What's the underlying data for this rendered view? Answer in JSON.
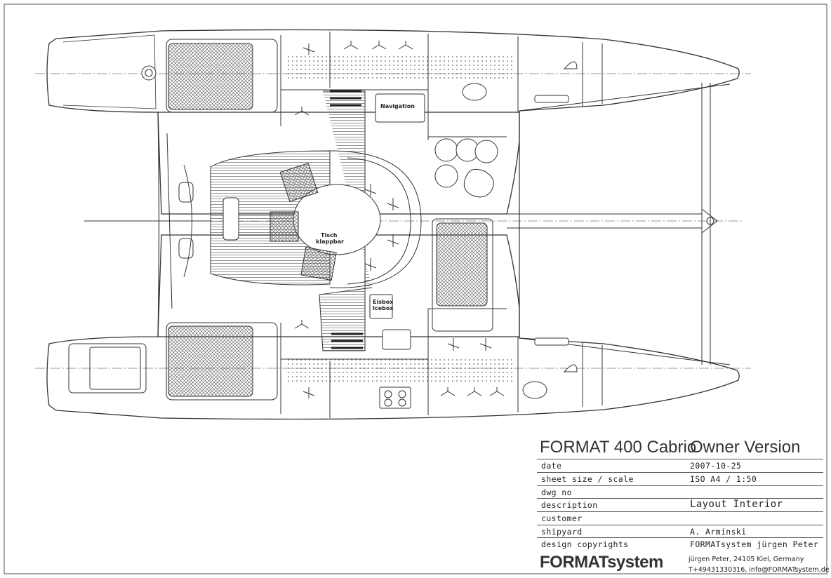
{
  "drawing": {
    "labels": {
      "navigation": "Navigation",
      "table_1": "Tisch",
      "table_2": "klappbar",
      "icebox_1": "Eisbox",
      "icebox_2": "Icebox"
    }
  },
  "title_block": {
    "title_model": "FORMAT 400 Cabrio",
    "title_version": "Owner Version",
    "rows": [
      {
        "label": "date",
        "value": "2007-10-25"
      },
      {
        "label": "sheet size / scale",
        "value": "ISO A4  /  1:50"
      },
      {
        "label": "dwg no",
        "value": ""
      },
      {
        "label": "description",
        "value": "Layout  Interior"
      },
      {
        "label": "customer",
        "value": ""
      },
      {
        "label": "shipyard",
        "value": "A. Arminski"
      },
      {
        "label": "design copyrights",
        "value": "FORMATsystem jürgen Peter"
      }
    ],
    "logo": "FORMATsystem",
    "address_line_1": "jürgen Peter, 24105 Kiel, Germany",
    "address_line_2": "T+49431330316, info@FORMATsystem.de"
  }
}
